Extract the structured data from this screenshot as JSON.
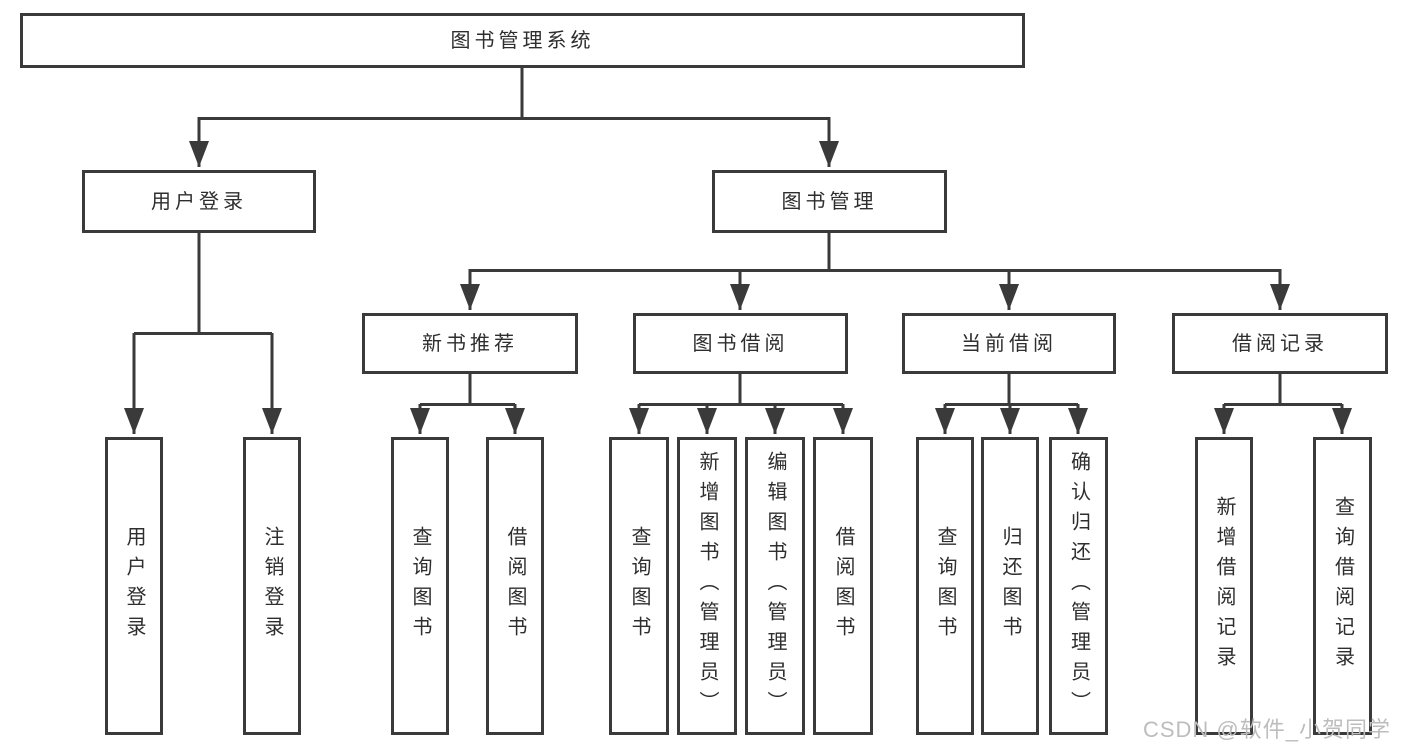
{
  "tree": {
    "root": {
      "label": "图书管理系统"
    },
    "branches": [
      {
        "label": "用户登录",
        "children": [
          {
            "label": "用户登录"
          },
          {
            "label": "注销登录"
          }
        ]
      },
      {
        "label": "图书管理",
        "children": [
          {
            "label": "新书推荐",
            "children": [
              {
                "label": "查询图书"
              },
              {
                "label": "借阅图书"
              }
            ]
          },
          {
            "label": "图书借阅",
            "children": [
              {
                "label": "查询图书"
              },
              {
                "label": "新增图书（管理员）"
              },
              {
                "label": "编辑图书（管理员）"
              },
              {
                "label": "借阅图书"
              }
            ]
          },
          {
            "label": "当前借阅",
            "children": [
              {
                "label": "查询图书"
              },
              {
                "label": "归还图书"
              },
              {
                "label": "确认归还（管理员）"
              }
            ]
          },
          {
            "label": "借阅记录",
            "children": [
              {
                "label": "新增借阅记录"
              },
              {
                "label": "查询借阅记录"
              }
            ]
          }
        ]
      }
    ]
  },
  "watermark": {
    "text": "CSDN @软件_小贺同学"
  },
  "colors": {
    "line": "#3a3a3a",
    "text": "#2e2e2e",
    "background": "#ffffff",
    "watermark": "#bdbdbd"
  }
}
